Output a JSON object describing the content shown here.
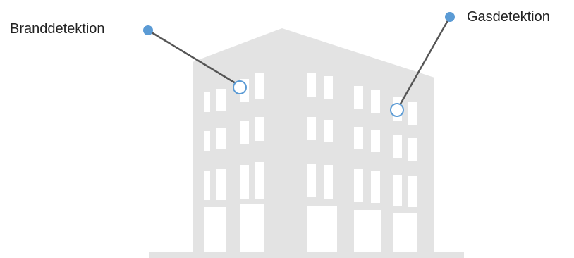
{
  "callouts": [
    {
      "label": "Branddetektion"
    },
    {
      "label": "Gasdetektion"
    }
  ],
  "colors": {
    "building": "#e3e3e3",
    "windows": "#ffffff",
    "ground": "#e3e3e3",
    "callout_line": "#555555",
    "callout_dot": "#5b9bd5",
    "target_ring": "#5b9bd5",
    "label_text": "#222222"
  },
  "icons": {
    "building": "office-building-illustration",
    "dot": "filled-circle",
    "target": "hollow-circle"
  }
}
